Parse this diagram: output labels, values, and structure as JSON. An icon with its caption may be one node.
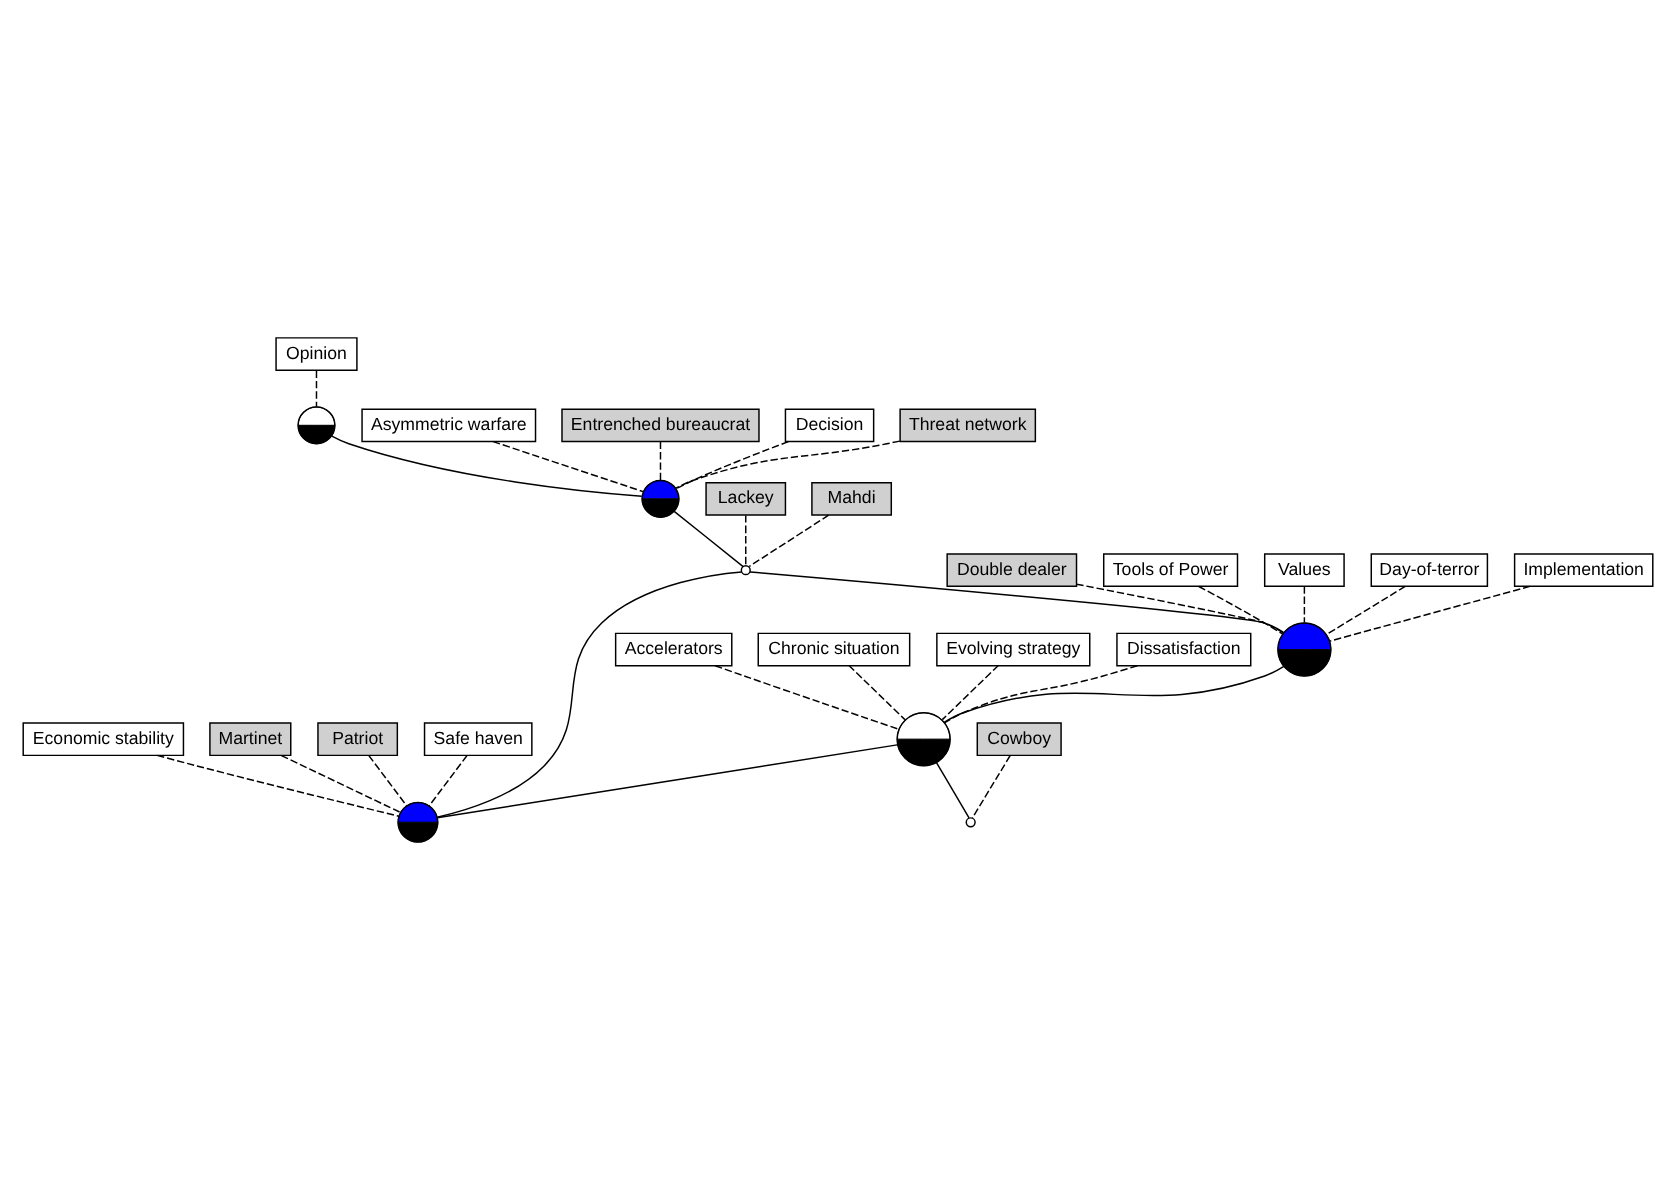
{
  "diagram": {
    "nodes": [
      {
        "text": [
          "Opinion"
        ]
      },
      {
        "text": [],
        "shape": "circle"
      },
      {
        "text": [
          "Asymmetric warfare"
        ]
      },
      {
        "text": [
          "Entrenched bureaucrat"
        ]
      },
      {
        "text": [
          "Decision"
        ]
      },
      {
        "text": [
          "Threat network"
        ]
      },
      {
        "text": [],
        "shape": "circle"
      },
      {
        "text": [
          "Lackey"
        ]
      },
      {
        "text": [],
        "shape": "circle"
      },
      {
        "text": [
          "Mahdi"
        ]
      },
      {
        "text": [
          "Implementation"
        ]
      },
      {
        "text": [
          "Double dealer"
        ]
      },
      {
        "text": [
          "Tools of Power"
        ]
      },
      {
        "text": [],
        "shape": "circle"
      },
      {
        "text": [
          "Economic stability"
        ]
      },
      {
        "text": [
          "Martinet"
        ]
      },
      {
        "text": [],
        "shape": "circle"
      },
      {
        "text": [
          "Values"
        ]
      },
      {
        "text": [
          "Patriot"
        ]
      },
      {
        "text": [
          "Safe haven"
        ]
      },
      {
        "text": [
          "Day-of-terror"
        ]
      },
      {
        "text": [],
        "shape": "circle"
      },
      {
        "text": [
          "Accelerators"
        ]
      },
      {
        "text": [
          "Chronic situation"
        ]
      },
      {
        "text": [
          "Evolving strategy"
        ]
      },
      {
        "text": [
          "Cowboy"
        ]
      },
      {
        "text": [],
        "shape": "circle"
      },
      {
        "text": [
          "Dissatisfaction"
        ]
      }
    ],
    "edges": [
      {
        "from": 1,
        "to": 6,
        "arrow": "none"
      },
      {
        "from": 6,
        "to": 8,
        "arrow": "none"
      },
      {
        "from": 8,
        "to": 13,
        "arrow": "none"
      },
      {
        "from": 8,
        "to": 16,
        "arrow": "none"
      },
      {
        "from": 13,
        "to": 21,
        "arrow": "none"
      },
      {
        "from": 21,
        "to": 16,
        "arrow": "none"
      },
      {
        "from": 21,
        "to": 26,
        "arrow": "none"
      },
      {
        "from": 0,
        "to": 1,
        "arrow": "none",
        "style": "dashed"
      },
      {
        "from": 2,
        "to": 6,
        "arrow": "none",
        "style": "dashed"
      },
      {
        "from": 4,
        "to": 6,
        "arrow": "none",
        "style": "dashed"
      },
      {
        "from": 3,
        "to": 6,
        "arrow": "none",
        "style": "dashed"
      },
      {
        "from": 5,
        "to": 6,
        "arrow": "none",
        "style": "dashed"
      },
      {
        "from": 7,
        "to": 8,
        "arrow": "none",
        "style": "dashed"
      },
      {
        "from": 9,
        "to": 8,
        "arrow": "none",
        "style": "dashed"
      },
      {
        "from": 10,
        "to": 13,
        "arrow": "none",
        "style": "dashed"
      },
      {
        "from": 12,
        "to": 13,
        "arrow": "none",
        "style": "dashed"
      },
      {
        "from": 17,
        "to": 13,
        "arrow": "none",
        "style": "dashed"
      },
      {
        "from": 20,
        "to": 13,
        "arrow": "none",
        "style": "dashed"
      },
      {
        "from": 11,
        "to": 13,
        "arrow": "none",
        "style": "dashed"
      },
      {
        "from": 14,
        "to": 16,
        "arrow": "none",
        "style": "dashed"
      },
      {
        "from": 19,
        "to": 16,
        "arrow": "none",
        "style": "dashed"
      },
      {
        "from": 15,
        "to": 16,
        "arrow": "none",
        "style": "dashed"
      },
      {
        "from": 18,
        "to": 16,
        "arrow": "none",
        "style": "dashed"
      },
      {
        "from": 22,
        "to": 21,
        "arrow": "none",
        "style": "dashed"
      },
      {
        "from": 23,
        "to": 21,
        "arrow": "none",
        "style": "dashed"
      },
      {
        "from": 24,
        "to": 21,
        "arrow": "none",
        "style": "dashed"
      },
      {
        "from": 27,
        "to": 21,
        "arrow": "none",
        "style": "dashed"
      },
      {
        "from": 25,
        "to": 26,
        "arrow": "none",
        "style": "dashed"
      }
    ]
  }
}
